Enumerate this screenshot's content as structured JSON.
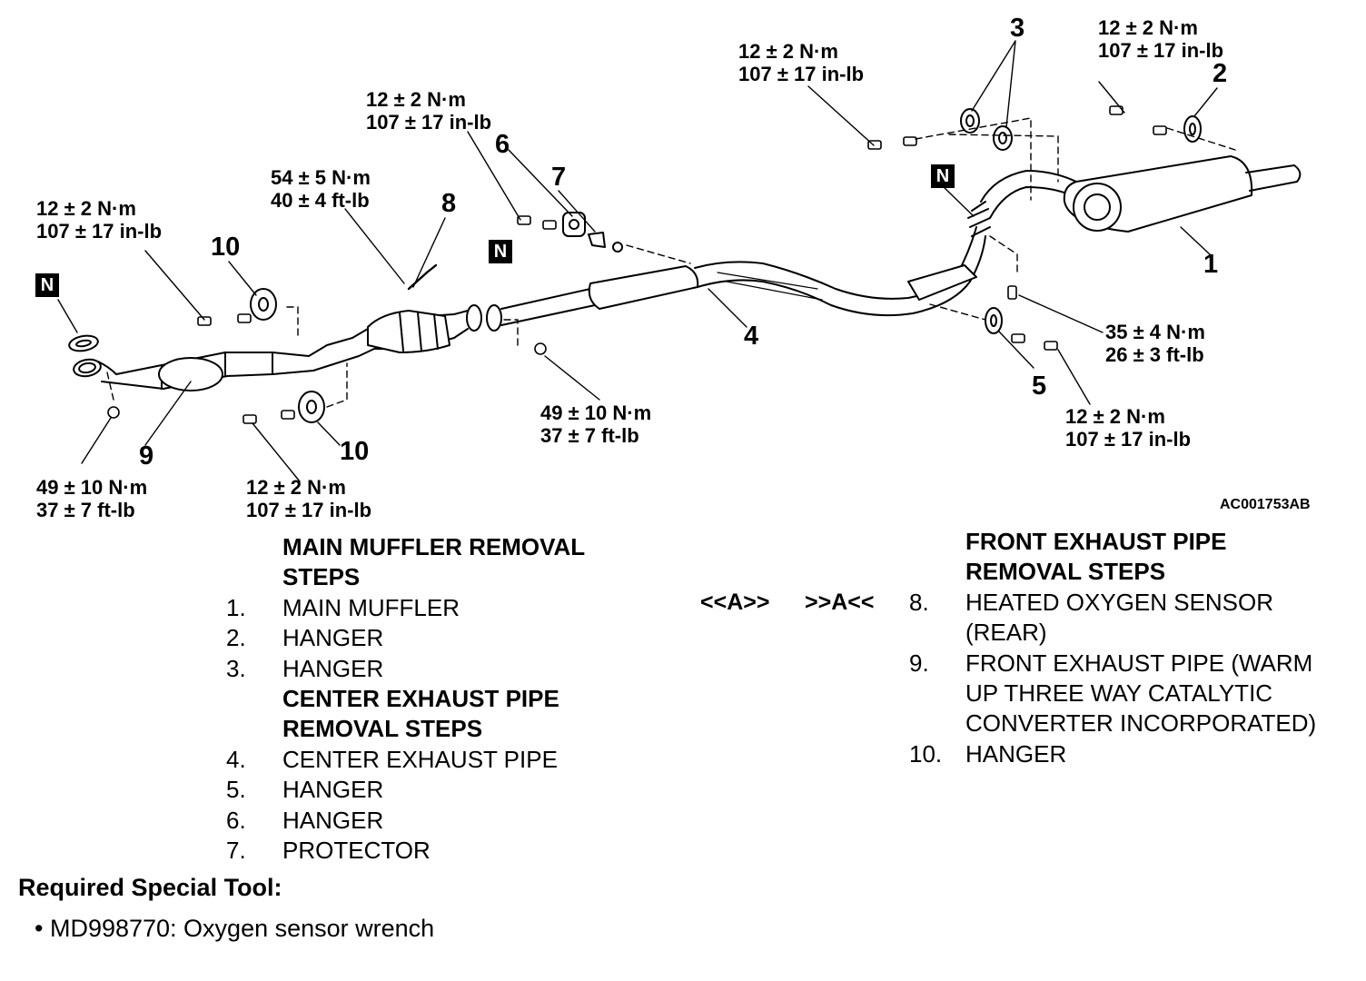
{
  "diagram": {
    "torque_labels": [
      {
        "line1": "12 ± 2 N·m",
        "line2": "107 ± 17 in-lb"
      },
      {
        "line1": "12 ± 2 N·m",
        "line2": "107 ± 17 in-lb"
      },
      {
        "line1": "12 ± 2 N·m",
        "line2": "107 ± 17 in-lb"
      },
      {
        "line1": "54 ± 5 N·m",
        "line2": "40 ± 4 ft-lb"
      },
      {
        "line1": "12 ± 2 N·m",
        "line2": "107 ± 17 in-lb"
      },
      {
        "line1": "35 ± 4 N·m",
        "line2": "26 ± 3 ft-lb"
      },
      {
        "line1": "49 ± 10 N·m",
        "line2": "37 ± 7 ft-lb"
      },
      {
        "line1": "12 ± 2 N·m",
        "line2": "107 ± 17 in-lb"
      },
      {
        "line1": "49 ± 10 N·m",
        "line2": "37 ± 7 ft-lb"
      },
      {
        "line1": "12 ± 2 N·m",
        "line2": "107 ± 17 in-lb"
      }
    ],
    "callouts": [
      "3",
      "2",
      "6",
      "7",
      "8",
      "10",
      "1",
      "4",
      "5",
      "9",
      "10"
    ],
    "n_marker": "N",
    "figure_code": "AC001753AB"
  },
  "main_muffler": {
    "heading_line1": "MAIN MUFFLER REMOVAL",
    "heading_line2": "STEPS",
    "items": [
      {
        "n": "1.",
        "label": "MAIN MUFFLER"
      },
      {
        "n": "2.",
        "label": "HANGER"
      },
      {
        "n": "3.",
        "label": "HANGER"
      }
    ]
  },
  "center_pipe": {
    "heading_line1": "CENTER EXHAUST PIPE",
    "heading_line2": "REMOVAL STEPS",
    "items": [
      {
        "n": "4.",
        "label": "CENTER EXHAUST PIPE"
      },
      {
        "n": "5.",
        "label": "HANGER"
      },
      {
        "n": "6.",
        "label": "HANGER"
      },
      {
        "n": "7.",
        "label": "PROTECTOR"
      }
    ]
  },
  "front_pipe": {
    "heading_line1": "FRONT EXHAUST PIPE",
    "heading_line2": "REMOVAL STEPS",
    "codes": [
      "<<A>>",
      ">>A<<"
    ],
    "items": [
      {
        "n": "8.",
        "line1": "HEATED OXYGEN SENSOR",
        "line2": "(REAR)"
      },
      {
        "n": "9.",
        "line1": "FRONT EXHAUST PIPE (WARM",
        "line2": "UP THREE WAY CATALYTIC",
        "line3": "CONVERTER INCORPORATED)"
      },
      {
        "n": "10.",
        "line1": "HANGER"
      }
    ]
  },
  "tools": {
    "title": "Required Special Tool:",
    "bullet": "•",
    "item": "MD998770: Oxygen sensor wrench"
  }
}
